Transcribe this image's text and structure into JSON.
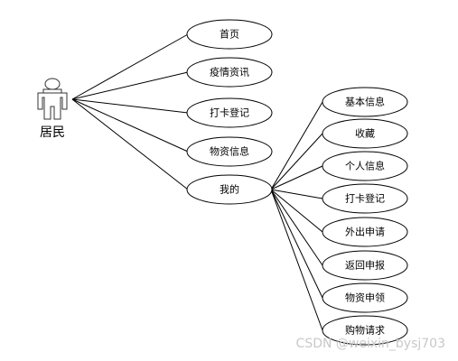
{
  "actor": {
    "label": "居民",
    "icon": "person-icon"
  },
  "primary_use_cases": [
    {
      "label": "首页"
    },
    {
      "label": "疫情资讯"
    },
    {
      "label": "打卡登记"
    },
    {
      "label": "物资信息"
    },
    {
      "label": "我的"
    }
  ],
  "sub_use_cases": [
    {
      "label": "基本信息"
    },
    {
      "label": "收藏"
    },
    {
      "label": "个人信息"
    },
    {
      "label": "打卡登记"
    },
    {
      "label": "外出申请"
    },
    {
      "label": "返回申报"
    },
    {
      "label": "物资申领"
    },
    {
      "label": "购物请求"
    }
  ],
  "watermark": "CSDN @weixin_bysj703"
}
